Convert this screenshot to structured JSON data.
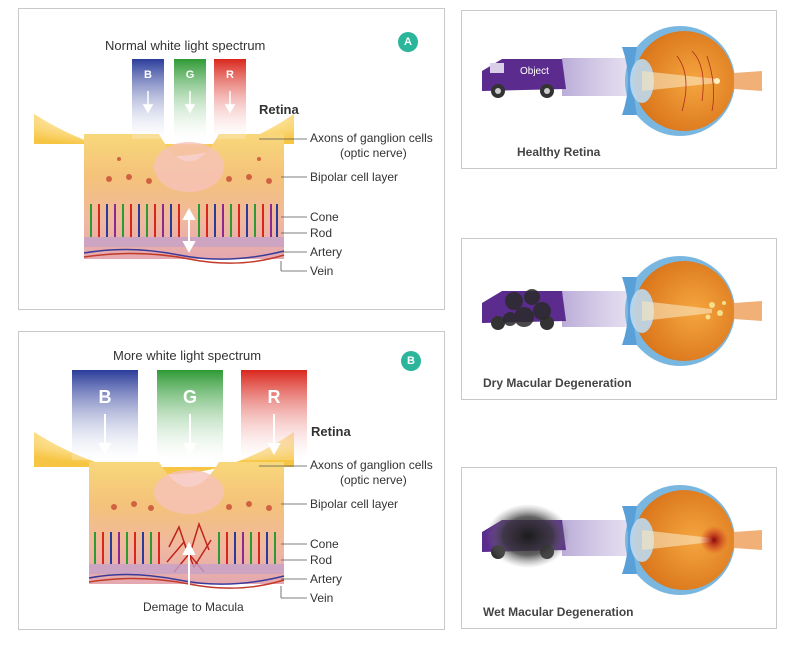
{
  "panel_a": {
    "badge": "A",
    "title": "Normal white light spectrum",
    "bars": [
      "B",
      "G",
      "R"
    ],
    "retina_label": "Retina",
    "labels": [
      "Axons of ganglion cells",
      "(optic nerve)",
      "Bipolar cell layer",
      "Cone",
      "Rod",
      "Artery",
      "Vein"
    ]
  },
  "panel_b": {
    "badge": "B",
    "title": "More white light spectrum",
    "bars": [
      "B",
      "G",
      "R"
    ],
    "retina_label": "Retina",
    "labels": [
      "Axons of ganglion cells",
      "(optic nerve)",
      "Bipolar cell layer",
      "Cone",
      "Rod",
      "Artery",
      "Vein"
    ],
    "damage_label": "Demage to Macula"
  },
  "right_panels": [
    {
      "caption": "Healthy Retina",
      "object_label": "Object"
    },
    {
      "caption": "Dry Macular Degeneration"
    },
    {
      "caption": "Wet Macular Degeneration"
    }
  ],
  "colors": {
    "badge": "#2bb59a",
    "blue": "#2a3c9a",
    "green": "#3aa63a",
    "red": "#d9261c",
    "van": "#5b2c8e",
    "eye_orange": "#e8891c",
    "eye_blue": "#7ab7e0"
  }
}
